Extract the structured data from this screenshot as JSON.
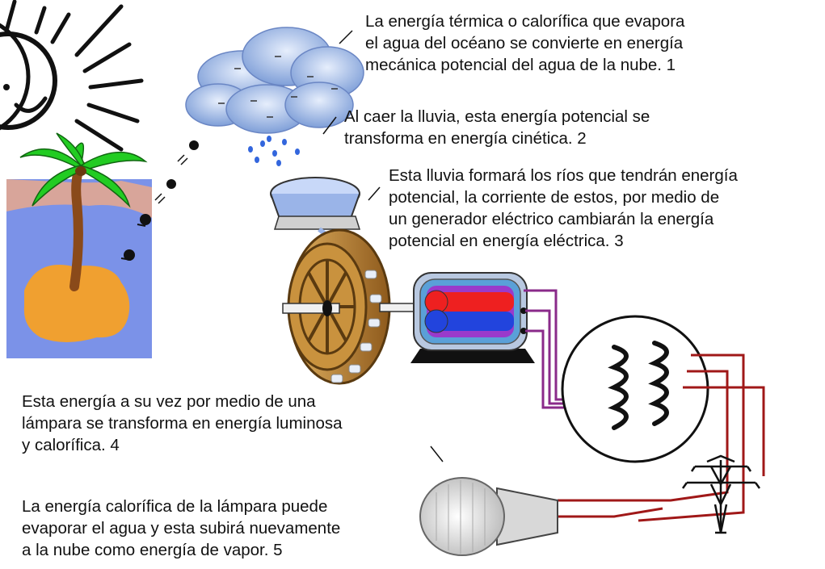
{
  "captions": [
    {
      "lines": [
        "La energía térmica o calorífica que evapora",
        "el agua del océano se convierte en energía",
        "mecánica potencial del agua de la nube.  1"
      ]
    },
    {
      "lines": [
        "Al caer la lluvia, esta energía potencial se",
        "transforma en energía cinética.  2"
      ]
    },
    {
      "lines": [
        "Esta lluvia formará los ríos que tendrán energía",
        "potencial, la corriente de estos, por medio de",
        "un generador eléctrico cambiarán la energía",
        "potencial en energía eléctrica.  3"
      ]
    },
    {
      "lines": [
        "Esta energía a su vez por medio de una",
        "lámpara se transforma en energía luminosa",
        "y calorífica.  4"
      ]
    },
    {
      "lines": [
        "La energía calorífica  de la lámpara puede",
        "evaporar el agua y esta subirá nuevamente",
        "a la nube como energía de vapor.  5"
      ]
    }
  ],
  "colors": {
    "sea": "#7b92e8",
    "sand": "#f0a030",
    "shore": "#d8a59a",
    "palm": "#22cc22",
    "trunk": "#8a4a1a",
    "cloud": "#b8cdf0",
    "rain": "#3366dd",
    "wheel": "#c9923e",
    "magnet_red": "#ee2020",
    "magnet_blue": "#2244dd",
    "wire_purple": "#8a2a8a",
    "wire_red": "#a01818"
  }
}
